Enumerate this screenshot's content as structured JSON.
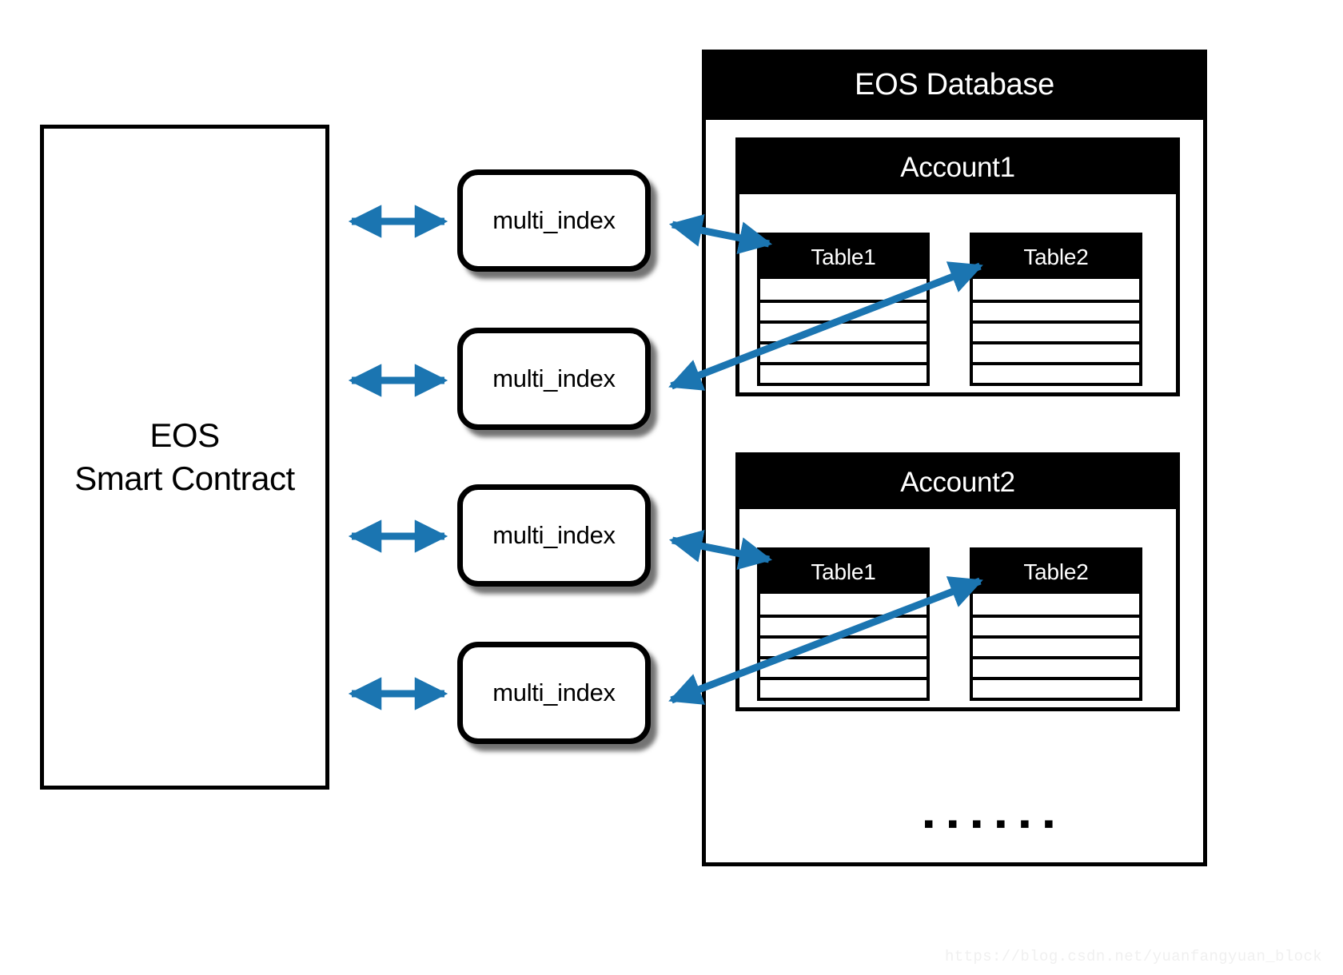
{
  "diagram": {
    "title": "EOS multi_index to EOS Database mapping",
    "accent_color": "#1b75b1",
    "line_color": "#000000",
    "background": "#ffffff"
  },
  "contract": {
    "label": "EOS\nSmart Contract",
    "line1": "EOS",
    "line2": "Smart Contract"
  },
  "multi_index_boxes": [
    {
      "label": "multi_index"
    },
    {
      "label": "multi_index"
    },
    {
      "label": "multi_index"
    },
    {
      "label": "multi_index"
    }
  ],
  "database": {
    "title": "EOS Database",
    "ellipsis": "▪ ▪ ▪ ▪ ▪ ▪",
    "accounts": [
      {
        "title": "Account1",
        "tables": [
          {
            "name": "Table1",
            "row_count": 5
          },
          {
            "name": "Table2",
            "row_count": 5
          }
        ]
      },
      {
        "title": "Account2",
        "tables": [
          {
            "name": "Table1",
            "row_count": 5
          },
          {
            "name": "Table2",
            "row_count": 5
          }
        ]
      }
    ]
  },
  "connectors": [
    {
      "from": "contract",
      "to": "multi_index_1",
      "style": "double-arrow"
    },
    {
      "from": "contract",
      "to": "multi_index_2",
      "style": "double-arrow"
    },
    {
      "from": "contract",
      "to": "multi_index_3",
      "style": "double-arrow"
    },
    {
      "from": "contract",
      "to": "multi_index_4",
      "style": "double-arrow"
    },
    {
      "from": "multi_index_1",
      "to": "account1_table1",
      "style": "double-arrow"
    },
    {
      "from": "multi_index_2",
      "to": "account1_table2",
      "style": "double-arrow"
    },
    {
      "from": "multi_index_3",
      "to": "account2_table1",
      "style": "double-arrow"
    },
    {
      "from": "multi_index_4",
      "to": "account2_table2",
      "style": "double-arrow"
    }
  ],
  "watermark": {
    "text": "https://blog.csdn.net/yuanfangyuan_block"
  }
}
